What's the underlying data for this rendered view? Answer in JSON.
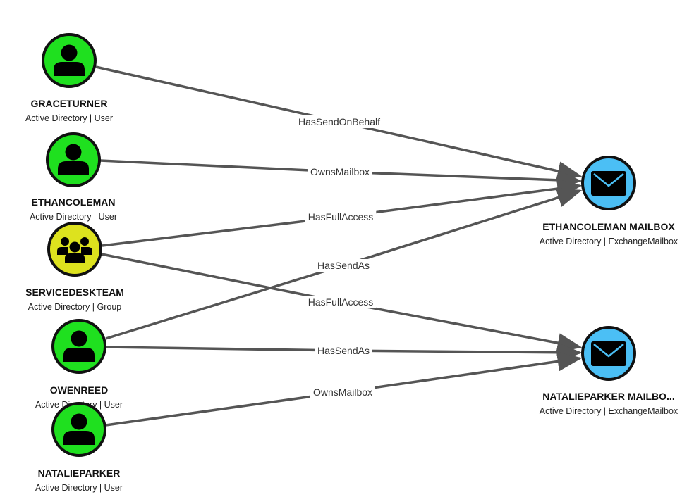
{
  "colors": {
    "user": "#1fe01f",
    "group": "#dde21e",
    "mailbox": "#4bbff5",
    "edge": "#555555"
  },
  "nodes": [
    {
      "id": "graceturner",
      "name": "GRACETURNER",
      "subtitle": "Active Directory | User",
      "kind": "user",
      "icon": "user-icon"
    },
    {
      "id": "ethancoleman",
      "name": "ETHANCOLEMAN",
      "subtitle": "Active Directory | User",
      "kind": "user",
      "icon": "user-icon"
    },
    {
      "id": "servicedeskteam",
      "name": "SERVICEDESKTEAM",
      "subtitle": "Active Directory | Group",
      "kind": "group",
      "icon": "group-icon"
    },
    {
      "id": "owenreed",
      "name": "OWENREED",
      "subtitle": "Active Directory | User",
      "kind": "user",
      "icon": "user-icon"
    },
    {
      "id": "natalieparker",
      "name": "NATALIEPARKER",
      "subtitle": "Active Directory | User",
      "kind": "user",
      "icon": "user-icon"
    },
    {
      "id": "ethancoleman-mailbox",
      "name": "ETHANCOLEMAN MAILBOX",
      "subtitle": "Active Directory | ExchangeMailbox",
      "kind": "mailbox",
      "icon": "envelope-icon"
    },
    {
      "id": "natalieparker-mailbox",
      "name": "NATALIEPARKER MAILBO...",
      "subtitle": "Active Directory | ExchangeMailbox",
      "kind": "mailbox",
      "icon": "envelope-icon"
    }
  ],
  "edges": [
    {
      "from": "graceturner",
      "to": "ethancoleman-mailbox",
      "label": "HasSendOnBehalf"
    },
    {
      "from": "ethancoleman",
      "to": "ethancoleman-mailbox",
      "label": "OwnsMailbox"
    },
    {
      "from": "servicedeskteam",
      "to": "ethancoleman-mailbox",
      "label": "HasFullAccess"
    },
    {
      "from": "owenreed",
      "to": "ethancoleman-mailbox",
      "label": "HasSendAs"
    },
    {
      "from": "servicedeskteam",
      "to": "natalieparker-mailbox",
      "label": "HasFullAccess"
    },
    {
      "from": "owenreed",
      "to": "natalieparker-mailbox",
      "label": "HasSendAs"
    },
    {
      "from": "natalieparker",
      "to": "natalieparker-mailbox",
      "label": "OwnsMailbox"
    }
  ]
}
